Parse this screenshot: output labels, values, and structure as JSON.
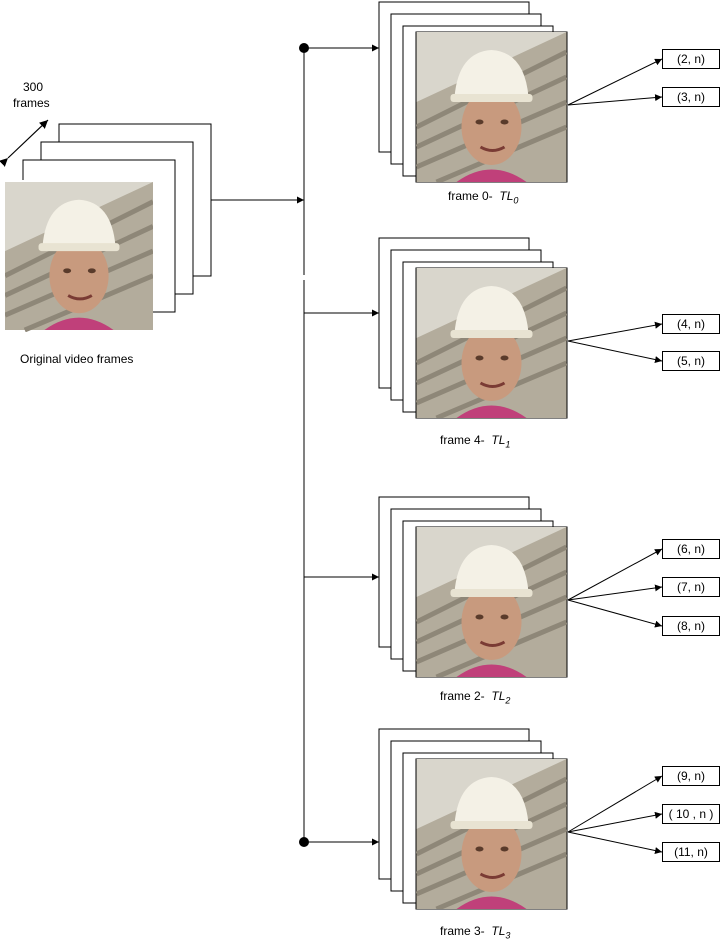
{
  "source": {
    "count_label": "300",
    "count_sub": "frames",
    "caption": "Original video frames"
  },
  "groups": [
    {
      "frame_text": "frame 0-",
      "tl_text": "TL",
      "tl_index": "0",
      "outputs": [
        "(2, n)",
        "(3, n)"
      ]
    },
    {
      "frame_text": "frame 4-",
      "tl_text": "TL",
      "tl_index": "1",
      "outputs": [
        "(4, n)",
        "(5, n)"
      ]
    },
    {
      "frame_text": "frame 2-",
      "tl_text": "TL",
      "tl_index": "2",
      "outputs": [
        "(6, n)",
        "(7, n)",
        "(8, n)"
      ]
    },
    {
      "frame_text": "frame 3-",
      "tl_text": "TL",
      "tl_index": "3",
      "outputs": [
        "(9, n)",
        "( 10 ,  n )",
        "(11, n)"
      ]
    }
  ],
  "colors": {
    "skin": "#c89a7e",
    "helmet": "#f4f1e6",
    "wall": "#b3ac9c",
    "wall_stripe": "#8e8778",
    "shirt": "#c0407a",
    "sky": "#d9d6cc"
  }
}
